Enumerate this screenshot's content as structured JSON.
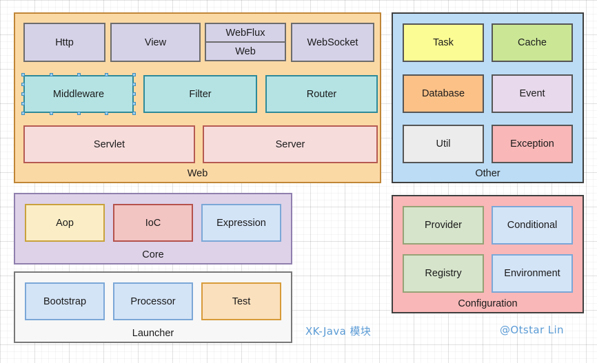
{
  "diagram": {
    "title_caption": "XK-Java 模块",
    "author_caption": "@Otstar Lin",
    "groups": [
      {
        "id": "web",
        "label": "Web",
        "fill": "#fbd9a5",
        "stroke": "#c08637",
        "nodes": [
          {
            "label": "Http",
            "fill": "#d5d2e8",
            "stroke": "#6c6c6c"
          },
          {
            "label": "View",
            "fill": "#d5d2e8",
            "stroke": "#6c6c6c"
          },
          {
            "label": "WebFlux",
            "fill": "#d5d2e8",
            "stroke": "#6c6c6c"
          },
          {
            "label": "Web",
            "fill": "#d5d2e8",
            "stroke": "#6c6c6c"
          },
          {
            "label": "WebSocket",
            "fill": "#d5d2e8",
            "stroke": "#6c6c6c"
          },
          {
            "label": "Middleware",
            "fill": "#b5e3e4",
            "stroke": "#2d8a99",
            "selected": true
          },
          {
            "label": "Filter",
            "fill": "#b5e3e4",
            "stroke": "#2d8a99"
          },
          {
            "label": "Router",
            "fill": "#b5e3e4",
            "stroke": "#2d8a99"
          },
          {
            "label": "Servlet",
            "fill": "#f7dcdc",
            "stroke": "#b55a52"
          },
          {
            "label": "Server",
            "fill": "#f7dcdc",
            "stroke": "#b55a52"
          }
        ]
      },
      {
        "id": "other",
        "label": "Other",
        "fill": "#bcdcf5",
        "stroke": "#3f3f3f",
        "nodes": [
          {
            "label": "Task",
            "fill": "#fcfc94",
            "stroke": "#555555"
          },
          {
            "label": "Cache",
            "fill": "#cbe796",
            "stroke": "#555555"
          },
          {
            "label": "Database",
            "fill": "#fcc187",
            "stroke": "#555555"
          },
          {
            "label": "Event",
            "fill": "#e8d9ec",
            "stroke": "#555555"
          },
          {
            "label": "Util",
            "fill": "#ececec",
            "stroke": "#555555"
          },
          {
            "label": "Exception",
            "fill": "#f9b7b7",
            "stroke": "#555555"
          }
        ]
      },
      {
        "id": "core",
        "label": "Core",
        "fill": "#ddd2e8",
        "stroke": "#8f7fae",
        "nodes": [
          {
            "label": "Aop",
            "fill": "#fbeec6",
            "stroke": "#c9a23c"
          },
          {
            "label": "IoC",
            "fill": "#f2c4c2",
            "stroke": "#b5524c"
          },
          {
            "label": "Expression",
            "fill": "#d4e4f7",
            "stroke": "#7ba7d7"
          }
        ]
      },
      {
        "id": "launcher",
        "label": "Launcher",
        "fill": "#f7f7f7",
        "stroke": "#787878",
        "nodes": [
          {
            "label": "Bootstrap",
            "fill": "#d4e4f7",
            "stroke": "#7ba7d7"
          },
          {
            "label": "Processor",
            "fill": "#d4e4f7",
            "stroke": "#7ba7d7"
          },
          {
            "label": "Test",
            "fill": "#fbe0bd",
            "stroke": "#d79b39"
          }
        ]
      },
      {
        "id": "configuration",
        "label": "Configuration",
        "fill": "#f9b7b7",
        "stroke": "#3f3f3f",
        "nodes": [
          {
            "label": "Provider",
            "fill": "#d6e4cb",
            "stroke": "#96a376"
          },
          {
            "label": "Conditional",
            "fill": "#d4e4f7",
            "stroke": "#7ba7d7"
          },
          {
            "label": "Registry",
            "fill": "#d6e4cb",
            "stroke": "#96a376"
          },
          {
            "label": "Environment",
            "fill": "#d4e4f7",
            "stroke": "#7ba7d7"
          }
        ]
      }
    ]
  }
}
